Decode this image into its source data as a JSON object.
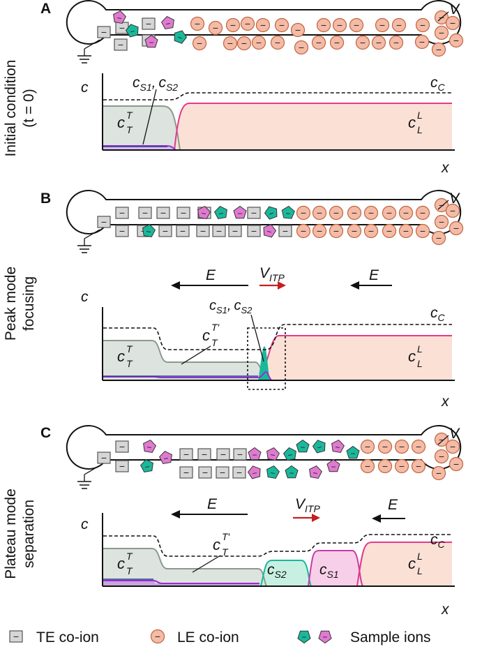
{
  "panels": [
    {
      "letter": "A",
      "side_label": [
        "Initial condition",
        "(t = 0)"
      ],
      "v_label": "V",
      "axis_y": "c",
      "axis_x": "x",
      "c_c": "c",
      "c_c_sub": "C",
      "sample_label": "c",
      "sample_sub1": "S1",
      "sample_sub2": "S2",
      "ct_base": "c",
      "ct_sub": "T",
      "ct_sup": "T",
      "cl_base": "c",
      "cl_sub": "L",
      "cl_sup": "L"
    },
    {
      "letter": "B",
      "side_label": [
        "Peak mode",
        "focusing"
      ],
      "v_label": "V",
      "axis_y": "c",
      "axis_x": "x",
      "field_left": "E",
      "field_right": "E",
      "vitp_base": "V",
      "vitp_sub": "ITP",
      "c_c": "c",
      "c_c_sub": "C",
      "sample_label": "c",
      "sample_sub1": "S1",
      "sample_sub2": "S2",
      "ct_base": "c",
      "ct_sub": "T",
      "ct_sup": "T",
      "ctp_base": "c",
      "ctp_sub": "T",
      "ctp_sup": "T′",
      "cl_base": "c",
      "cl_sub": "L",
      "cl_sup": "L"
    },
    {
      "letter": "C",
      "side_label": [
        "Plateau mode",
        "separation"
      ],
      "v_label": "V",
      "axis_y": "c",
      "axis_x": "x",
      "field_left": "E",
      "field_right": "E",
      "vitp_base": "V",
      "vitp_sub": "ITP",
      "c_c": "c",
      "c_c_sub": "C",
      "ct_base": "c",
      "ct_sub": "T",
      "ct_sup": "T",
      "ctp_base": "c",
      "ctp_sub": "T",
      "ctp_sup": "T′",
      "cs2_base": "c",
      "cs2_sub": "S2",
      "cs1_base": "c",
      "cs1_sub": "S1",
      "cl_base": "c",
      "cl_sub": "L",
      "cl_sup": "L"
    }
  ],
  "ion_sign": "−",
  "legend": {
    "te": "TE co-ion",
    "le": "LE co-ion",
    "sample": "Sample ions"
  },
  "colors": {
    "le_fill": "#f4bba6",
    "le_line": "#c0633f",
    "te_fill": "#d6d6d6",
    "te_line": "#555555",
    "sample_teal": "#1ab89b",
    "sample_pink": "#e07ad0",
    "profile_te": "#8a9a8e",
    "profile_le": "#e23a8a",
    "profile_teal": "#1ab89b",
    "profile_purple": "#9a2fd0",
    "profile_navy": "#2b3f8c",
    "te_region": "#dde3df",
    "le_region": "#fbe0d6",
    "vitp_arrow": "#c42020"
  }
}
